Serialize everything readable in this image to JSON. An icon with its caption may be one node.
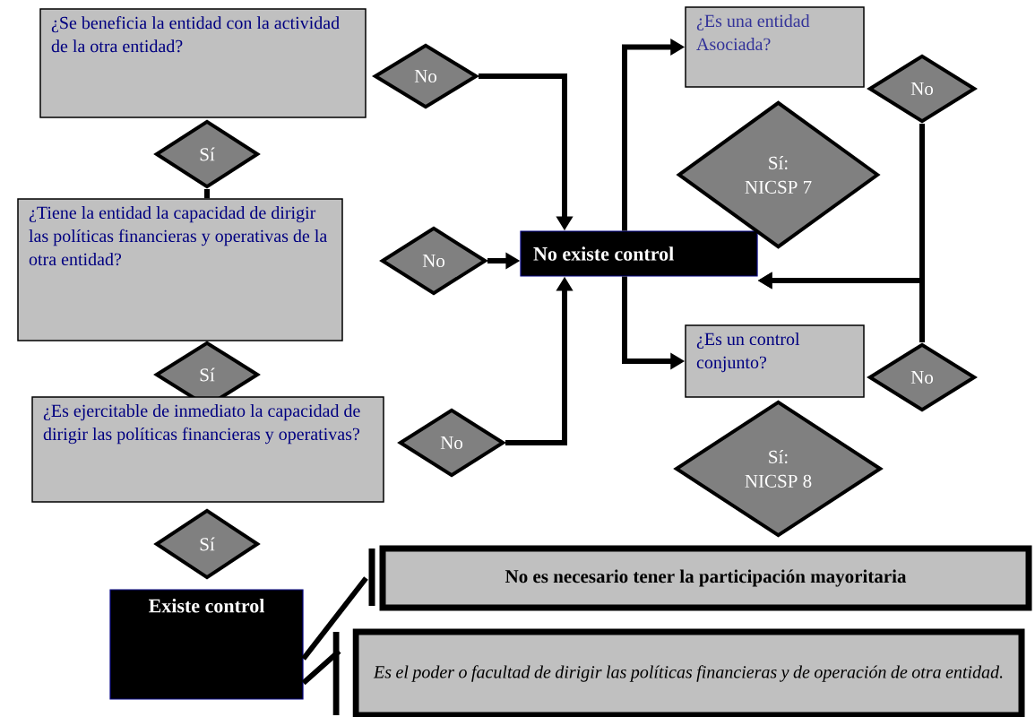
{
  "diagram": {
    "nodes": [
      {
        "text": [
          "¿Se beneficia la entidad con la actividad de la otra entidad?"
        ]
      },
      {
        "text": [
          "No"
        ]
      },
      {
        "text": [
          "Sí"
        ]
      },
      {
        "text": [
          "¿Tiene la entidad la capacidad de dirigir las políticas financieras y operativas de la otra entidad?"
        ]
      },
      {
        "text": [
          "No"
        ]
      },
      {
        "text": [
          "No existe control"
        ]
      },
      {
        "text": [
          "Sí"
        ]
      },
      {
        "text": [
          "¿Es ejercitable de inmediato la capacidad de dirigir las políticas financieras y operativas?"
        ]
      },
      {
        "text": [
          "No"
        ]
      },
      {
        "text": [
          "Sí"
        ]
      },
      {
        "text": [
          "Existe control"
        ]
      },
      {
        "text": [
          "¿Es una entidad Asociada?"
        ]
      },
      {
        "text": [
          "No"
        ]
      },
      {
        "text": [
          "Sí: NICSP 7"
        ]
      },
      {
        "text": [
          "¿Es un control conjunto?"
        ]
      },
      {
        "text": [
          "No"
        ]
      },
      {
        "text": [
          "Sí: NICSP 8"
        ]
      },
      {
        "text": [
          "No es necesario tener la participación mayoritaria"
        ]
      },
      {
        "text": [
          "Es el poder o facultad de dirigir las políticas financieras y de operación de otra entidad."
        ]
      }
    ],
    "edges": [
      {
        "from": 1,
        "to": 5,
        "arrow": "to"
      },
      {
        "from": 4,
        "to": 5,
        "arrow": "to"
      },
      {
        "from": 8,
        "to": 5,
        "arrow": "to"
      },
      {
        "from": 5,
        "to": 11,
        "arrow": "to"
      },
      {
        "from": 5,
        "to": 14,
        "arrow": "to"
      },
      {
        "from": 12,
        "to": 5,
        "arrow": "to"
      },
      {
        "from": 15,
        "to": 5,
        "arrow": "to"
      },
      {
        "from": 2,
        "to": 3,
        "arrow": "none"
      },
      {
        "from": 10,
        "to": 17,
        "arrow": "none"
      },
      {
        "from": 10,
        "to": 18,
        "arrow": "none"
      }
    ]
  }
}
